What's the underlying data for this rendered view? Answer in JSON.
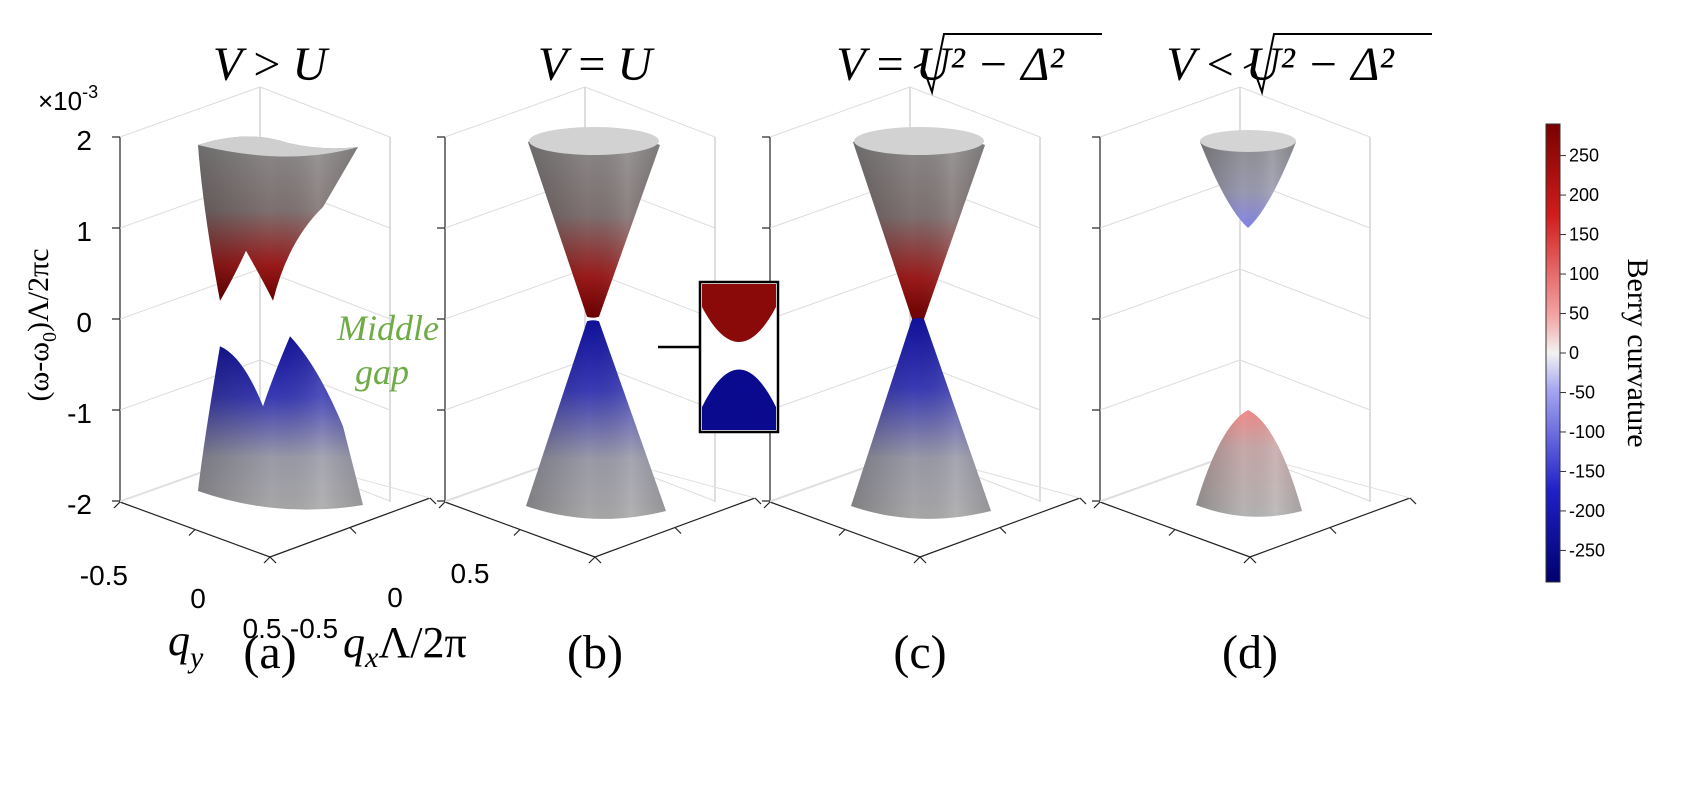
{
  "figure": {
    "panels": [
      {
        "label": "(a)",
        "title_lhs": "V",
        "title_op": ">",
        "title_rhs": "U",
        "title_sqrt": false,
        "gap": 0.3,
        "shape": "double",
        "top_red": 1.0,
        "bot_blue": 1.0
      },
      {
        "label": "(b)",
        "title_lhs": "V",
        "title_op": "=",
        "title_rhs": "U",
        "title_sqrt": false,
        "gap": 0.05,
        "shape": "cone",
        "top_red": 1.0,
        "bot_blue": 1.0
      },
      {
        "label": "(c)",
        "title_lhs": "V",
        "title_op": "=",
        "title_rhs": "U² − Δ²",
        "title_sqrt": true,
        "gap": 0.0,
        "shape": "cone",
        "top_red": 1.0,
        "bot_blue": 0.9
      },
      {
        "label": "(d)",
        "title_lhs": "V",
        "title_op": "<",
        "title_rhs": "U² − Δ²",
        "title_sqrt": true,
        "gap": 1.0,
        "shape": "small",
        "top_red": -0.3,
        "bot_blue": -0.3
      }
    ],
    "multiplier": "×10",
    "multiplier_exp": "-3",
    "z_ticks": [
      "2",
      "1",
      "0",
      "-1",
      "-2"
    ],
    "z_label": "(ω-ω",
    "z_label_sub": "0",
    "z_label_rest": ")Λ/2πc",
    "qy_ticks": [
      "-0.5",
      "0",
      "0.5"
    ],
    "qx_ticks": [
      "-0.5",
      "0",
      "0.5"
    ],
    "qy_label": "q",
    "qy_label_sub": "y",
    "qx_label": "q",
    "qx_label_sub": "x",
    "qx_label_rest": "Λ/2π",
    "annotation_line1": "Middle",
    "annotation_line2": "gap",
    "annotation_color": "#6fab47",
    "colorbar": {
      "label": "Berry curvature",
      "ticks": [
        "250",
        "200",
        "150",
        "100",
        "50",
        "0",
        "-50",
        "-100",
        "-150",
        "-200",
        "-250"
      ],
      "range": [
        -290,
        290
      ],
      "color_high": "#7a0000",
      "color_mid": "#f2f2f2",
      "color_low": "#00006e"
    }
  }
}
